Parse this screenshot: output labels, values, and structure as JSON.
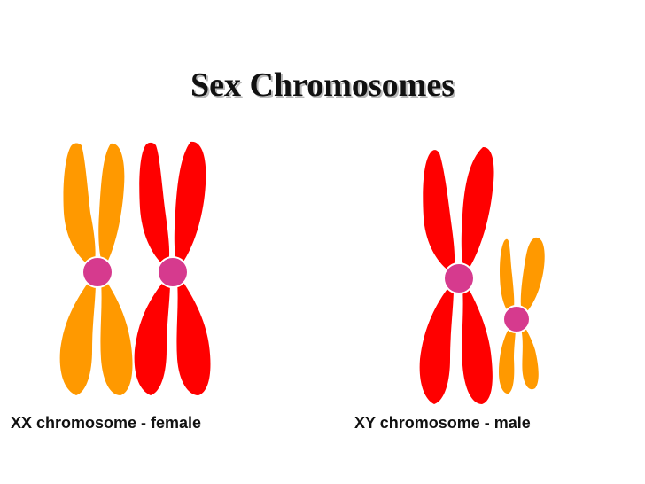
{
  "title": "Sex Chromosomes",
  "colors": {
    "x_left": "#ff9900",
    "x_right": "#ff0000",
    "y": "#ff9900",
    "centromere": "#d63a8e",
    "centromere_outline": "#ffffff",
    "title_shadow": "#b9b9b9"
  },
  "pairs": [
    {
      "caption": "XX chromosome - female",
      "chromosomes": [
        {
          "name": "X",
          "color_key": "x_left"
        },
        {
          "name": "X",
          "color_key": "x_right"
        }
      ]
    },
    {
      "caption": "XY chromosome - male",
      "chromosomes": [
        {
          "name": "X",
          "color_key": "x_right"
        },
        {
          "name": "Y",
          "color_key": "y"
        }
      ]
    }
  ]
}
